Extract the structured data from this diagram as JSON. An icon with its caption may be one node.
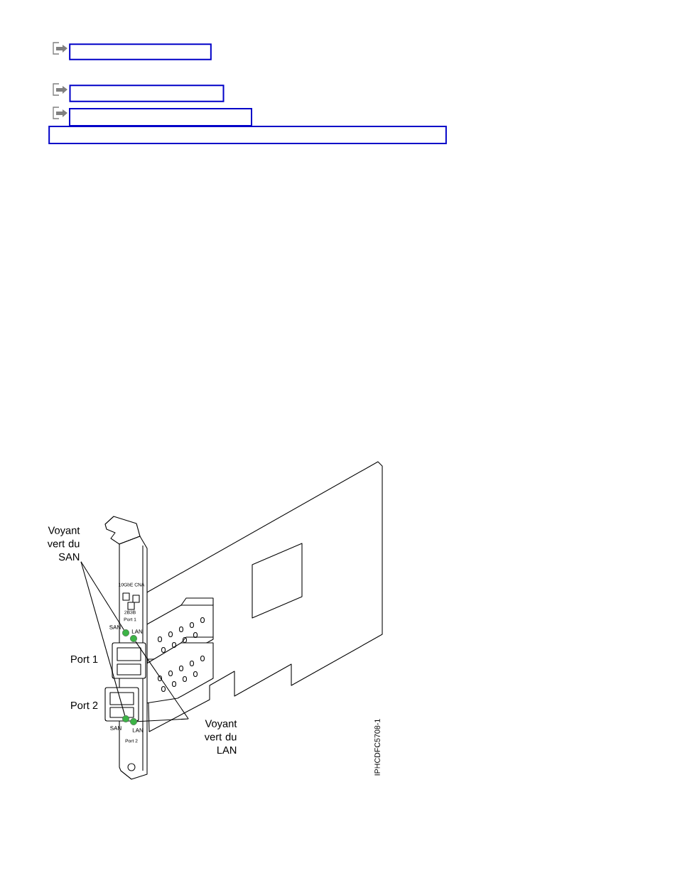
{
  "diagram": {
    "nodes": [
      {
        "text": [],
        "shape": "box"
      },
      {
        "text": [],
        "shape": "box"
      },
      {
        "text": [],
        "shape": "box"
      },
      {
        "text": [],
        "shape": "box"
      },
      {
        "text": [
          "Voyant vert du SAN"
        ]
      },
      {
        "text": [
          "Voyant vert du LAN"
        ]
      },
      {
        "text": [],
        "shape": "circle"
      },
      {
        "text": [],
        "shape": "circle"
      },
      {
        "text": [],
        "shape": "circle"
      },
      {
        "text": [],
        "shape": "circle"
      }
    ],
    "edges": [
      {
        "from": 4,
        "to": 6,
        "arrow": "none"
      },
      {
        "from": 4,
        "to": 7,
        "arrow": "none"
      },
      {
        "from": 5,
        "to": 8,
        "arrow": "none"
      },
      {
        "from": 5,
        "to": 9,
        "arrow": "none"
      }
    ],
    "labels": [
      "10GbE CNA",
      "2B3B",
      "Port 1",
      "SAN",
      "LAN",
      "Port 1",
      "Port 2",
      "SAN",
      "LAN",
      "Port 2",
      "IPHCDFC5708-1"
    ]
  }
}
